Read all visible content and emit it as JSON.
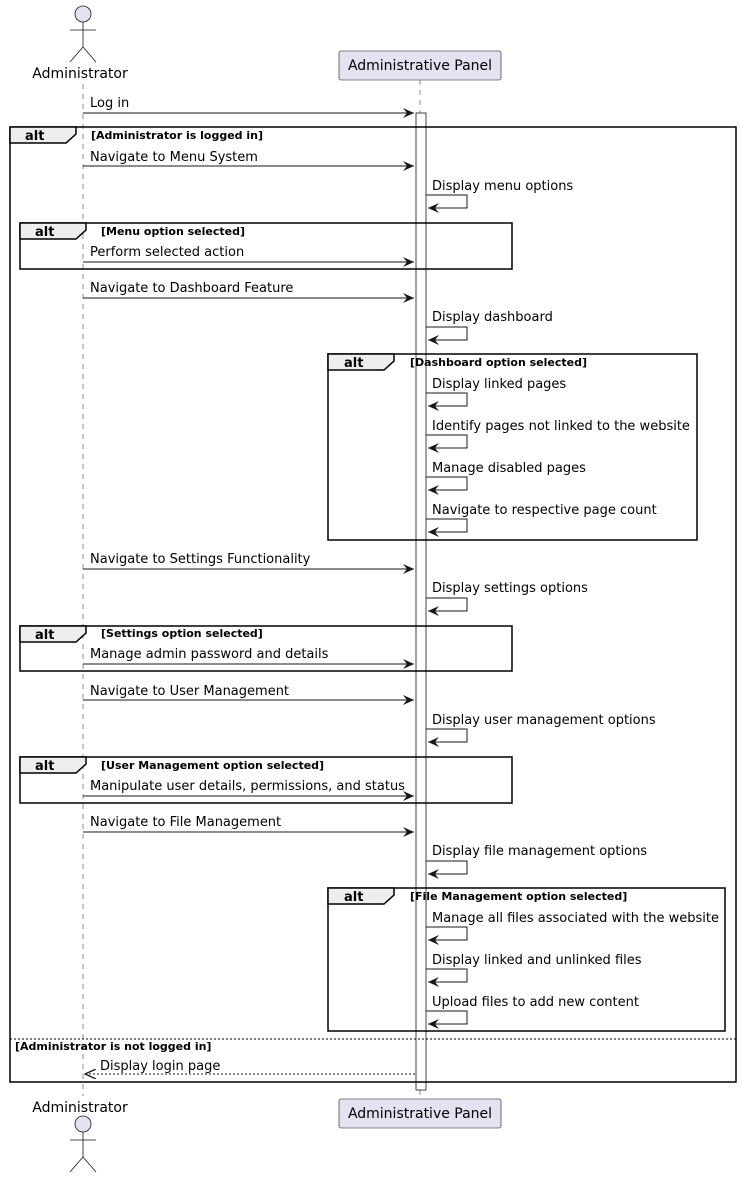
{
  "participants": {
    "actor": {
      "name": "Administrator"
    },
    "panel": {
      "name": "Administrative Panel"
    }
  },
  "colors": {
    "participant_fill": "#E2E2F0",
    "participant_stroke": "#181818",
    "frame_header_fill": "#EEEEEE",
    "line": "#181818"
  },
  "outer_frame": {
    "keyword": "alt",
    "guard": "[Administrator is logged in]",
    "else_guard": "[Administrator is not logged in]"
  },
  "messages": {
    "login": "Log in",
    "nav_menu": "Navigate to Menu System",
    "display_menu": "Display menu options",
    "perform_action": "Perform selected action",
    "nav_dashboard": "Navigate to Dashboard Feature",
    "display_dashboard": "Display dashboard",
    "display_linked_pages": "Display linked pages",
    "identify_unlinked": "Identify pages not linked to the website",
    "manage_disabled": "Manage disabled pages",
    "nav_page_count": "Navigate to respective page count",
    "nav_settings": "Navigate to Settings Functionality",
    "display_settings": "Display settings options",
    "manage_password": "Manage admin password and details",
    "nav_users": "Navigate to User Management",
    "display_users": "Display user management options",
    "manipulate_users": "Manipulate user details, permissions, and status",
    "nav_files": "Navigate to File Management",
    "display_files": "Display file management options",
    "manage_files": "Manage all files associated with the website",
    "display_linked_files": "Display linked and unlinked files",
    "upload_files": "Upload files to add new content",
    "display_login": "Display login page"
  },
  "fragments": {
    "menu": {
      "keyword": "alt",
      "guard": "[Menu option selected]"
    },
    "dashboard": {
      "keyword": "alt",
      "guard": "[Dashboard option selected]"
    },
    "settings": {
      "keyword": "alt",
      "guard": "[Settings option selected]"
    },
    "users": {
      "keyword": "alt",
      "guard": "[User Management option selected]"
    },
    "files": {
      "keyword": "alt",
      "guard": "[File Management option selected]"
    }
  }
}
